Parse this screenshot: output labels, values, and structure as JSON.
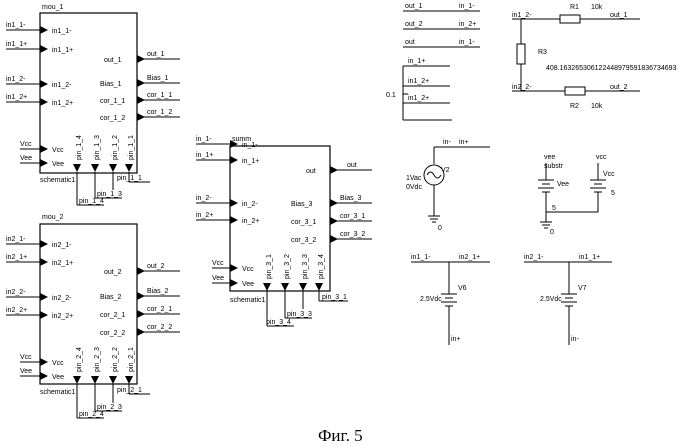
{
  "caption": "Фиг. 5",
  "blocks": {
    "mou1": {
      "name": "mou_1",
      "label": "schematic1",
      "left_pins": [
        "in1_1-",
        "in1_1+",
        "in1_2-",
        "in1_2+",
        "Vcc",
        "Vee"
      ],
      "right_pins": [
        "out_1",
        "Bias_1",
        "cor_1_1",
        "cor_1_2"
      ],
      "bottom_pins": [
        "pin_1_4",
        "pin_1_3",
        "pin_1_2",
        "pin_1_1"
      ],
      "left_wires": [
        "in1_1-",
        "in1_1+",
        "in1_2-",
        "in1_2+",
        "Vcc",
        "Vee"
      ],
      "right_wires": [
        "out_1",
        "Bias_1",
        "cor_1_1",
        "cor_1_2"
      ],
      "bottom_wires": [
        "pin_1_4",
        "pin_1_3",
        "pin_1_1"
      ]
    },
    "mou2": {
      "name": "mou_2",
      "label": "schematic1",
      "left_pins": [
        "in2_1-",
        "in2_1+",
        "in2_2-",
        "in2_2+",
        "Vcc",
        "Vee"
      ],
      "right_pins": [
        "out_2",
        "Bias_2",
        "cor_2_1",
        "cor_2_2"
      ],
      "bottom_pins": [
        "pin_2_4",
        "pin_2_3",
        "pin_2_2",
        "pin_2_1"
      ],
      "left_wires": [
        "in2_1-",
        "in2_1+",
        "in2_2-",
        "in2_2+",
        "Vcc",
        "Vee"
      ],
      "right_wires": [
        "out_2",
        "Bias_2",
        "cor_2_1",
        "cor_2_2"
      ],
      "bottom_wires": [
        "pin_2_4",
        "pin_2_3",
        "pin_2_1"
      ]
    },
    "summ": {
      "name": "summ",
      "label": "schematic1",
      "left_pins": [
        "in_1-",
        "in_1+",
        "in_2-",
        "in_2+",
        "Vcc",
        "Vee"
      ],
      "right_pins": [
        "out",
        "Bias_3",
        "cor_3_1",
        "cor_3_2"
      ],
      "bottom_pins": [
        "pin_3_1",
        "pin_3_2",
        "pin_3_3",
        "pin_3_4"
      ],
      "left_wires": [
        "in_1-",
        "in_1+",
        "in_2-",
        "in_2+",
        "Vcc",
        "Vee"
      ],
      "right_wires": [
        "out",
        "Bias_3",
        "cor_3_1",
        "cor_3_2"
      ],
      "bottom_wires": [
        "pin_3_4",
        "pin_3_3",
        "pin_3_1"
      ]
    }
  },
  "net_table": {
    "rows": [
      {
        "left": "out_1",
        "right": "in_1-"
      },
      {
        "left": "out_2",
        "right": "in_2+"
      },
      {
        "left": "out",
        "right": "in_1-"
      }
    ]
  },
  "divider": {
    "top_net": "in_1+",
    "mid_nets": [
      "in1_2+",
      "in1_2+"
    ],
    "value": "0.1"
  },
  "resistors": {
    "top_left": "in1_2-",
    "bottom_left": "in2_2-",
    "out_top": "out_1",
    "out_bottom": "out_2",
    "r1": {
      "name": "R1",
      "value": "10k"
    },
    "r2": {
      "name": "R2",
      "value": "10k"
    },
    "r3": {
      "name": "R3",
      "value": "408.163265306122448979591836734693"
    }
  },
  "v2": {
    "net_left": "in-",
    "net_right": "in+",
    "name": "V2",
    "ac": "1Vac",
    "dc": "0Vdc",
    "ground": "0"
  },
  "supply": {
    "vee_label": "vee",
    "substr_label": "substr",
    "vee_name": "Vee",
    "vcc_label": "vcc",
    "vcc_name": "Vcc",
    "vcc_value": "5",
    "node_label": "5",
    "ground": "0"
  },
  "v6": {
    "left": "in1_1-",
    "right": "in2_1+",
    "name": "V6",
    "value": "2.5Vdc",
    "bottom": "in+"
  },
  "v7": {
    "left": "in2_1-",
    "right": "in1_1+",
    "name": "V7",
    "value": "2.5Vdc",
    "bottom": "in-"
  }
}
